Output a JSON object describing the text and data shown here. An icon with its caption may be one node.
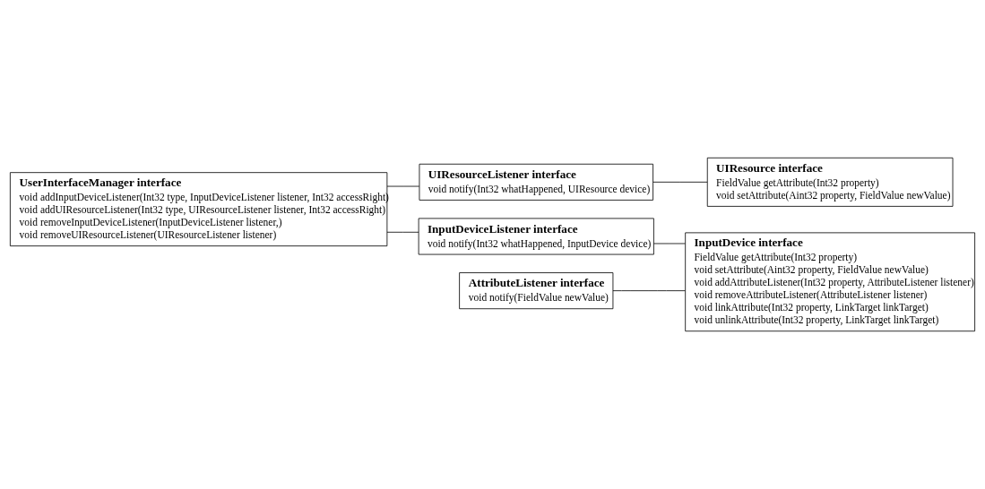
{
  "diagram": {
    "nodes": [
      {
        "text": [
          "UserInterfaceManager interface",
          "void addInputDeviceListener(Int32 type, InputDeviceListener listener, Int32 accessRight)",
          "void addUIResourceListener(Int32 type, UIResourceListener listener, Int32 accessRight)",
          "void removeInputDeviceListener(InputDeviceListener listener,)",
          "void removeUIResourceListener(UIResourceListener listener)"
        ]
      },
      {
        "text": [
          "UIResourceListener interface",
          "void notify(Int32 whatHappened, UIResource device)"
        ]
      },
      {
        "text": [
          "UIResource interface",
          "FieldValue getAttribute(Int32 property)",
          "void setAttribute(Aint32 property, FieldValue newValue)"
        ]
      },
      {
        "text": [
          "InputDeviceListener interface",
          "void notify(Int32 whatHappened, InputDevice device)"
        ]
      },
      {
        "text": [
          "InputDevice interface",
          "FieldValue getAttribute(Int32 property)",
          "void setAttribute(Aint32 property, FieldValue newValue)",
          "void addAttributeListener(Int32 property, AttributeListener listener)",
          "void removeAttributeListener(AttributeListener listener)",
          "void linkAttribute(Int32 property, LinkTarget linkTarget)",
          "void unlinkAttribute(Int32 property, LinkTarget linkTarget)"
        ]
      },
      {
        "text": [
          "AttributeListener interface",
          "void notify(FieldValue newValue)"
        ]
      }
    ],
    "edges": [
      {
        "from": 0,
        "to": 1,
        "arrow": "none"
      },
      {
        "from": 1,
        "to": 2,
        "arrow": "none"
      },
      {
        "from": 0,
        "to": 3,
        "arrow": "none"
      },
      {
        "from": 3,
        "to": 4,
        "arrow": "none"
      },
      {
        "from": 5,
        "to": 4,
        "arrow": "none"
      }
    ]
  }
}
